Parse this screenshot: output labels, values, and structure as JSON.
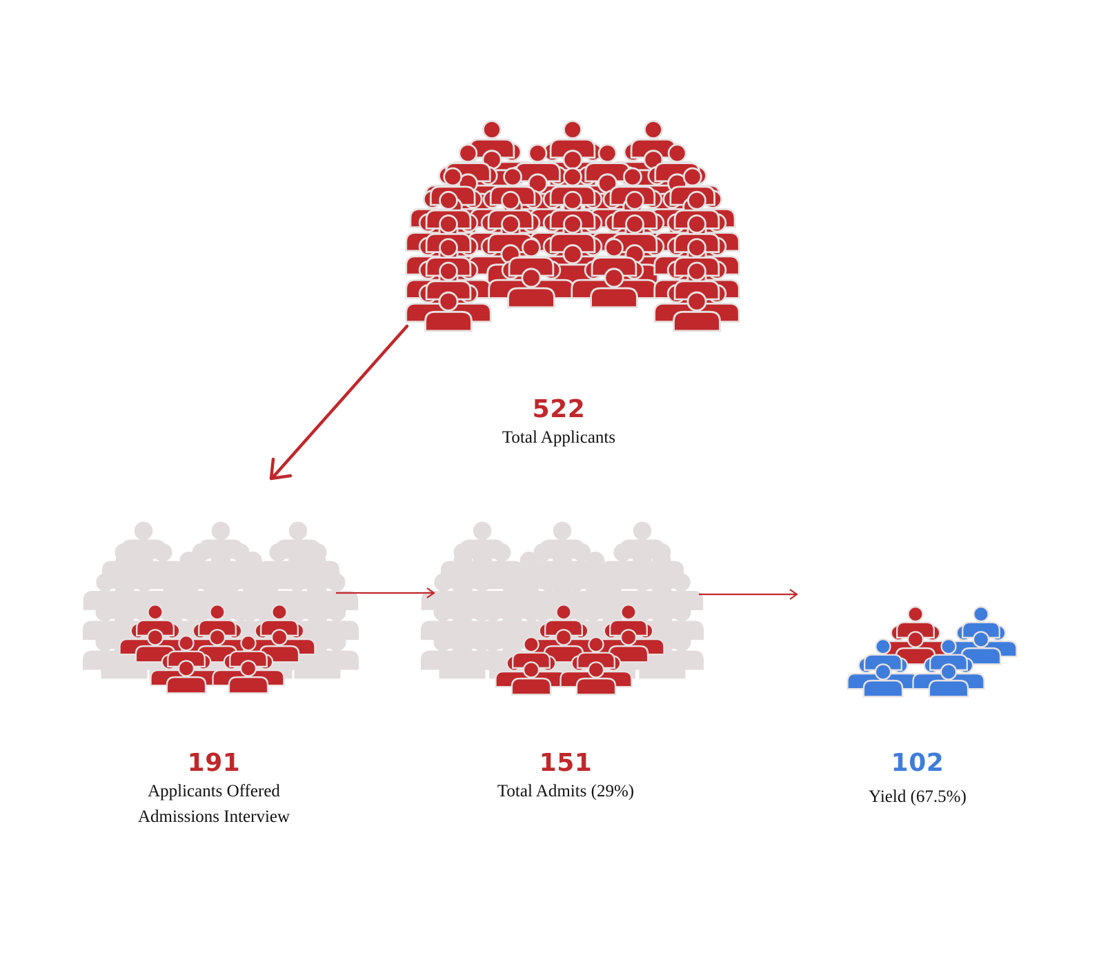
{
  "colors": {
    "primary": "#c0282b",
    "secondary": "#3f7ddc",
    "muted": "#e3dcdc",
    "icon_stroke": "#e8e2e2",
    "arrow": "#c0282b"
  },
  "icon": "person-icon",
  "stages": [
    {
      "id": "applicants",
      "value": "522",
      "label_lines": [
        "Total Applicants"
      ],
      "value_color": "#c0282b"
    },
    {
      "id": "interview",
      "value": "191",
      "label_lines": [
        "Applicants Offered",
        "Admissions Interview"
      ],
      "value_color": "#c0282b",
      "share_of_applicants": 0.366
    },
    {
      "id": "admits",
      "value": "151",
      "label_lines": [
        "Total Admits (29%)"
      ],
      "value_color": "#c0282b",
      "share_of_applicants": 0.29
    },
    {
      "id": "yield",
      "value": "102",
      "label_lines": [
        "Yield (67.5%)"
      ],
      "value_color": "#3f7ddc",
      "share_of_admits": 0.675
    }
  ]
}
